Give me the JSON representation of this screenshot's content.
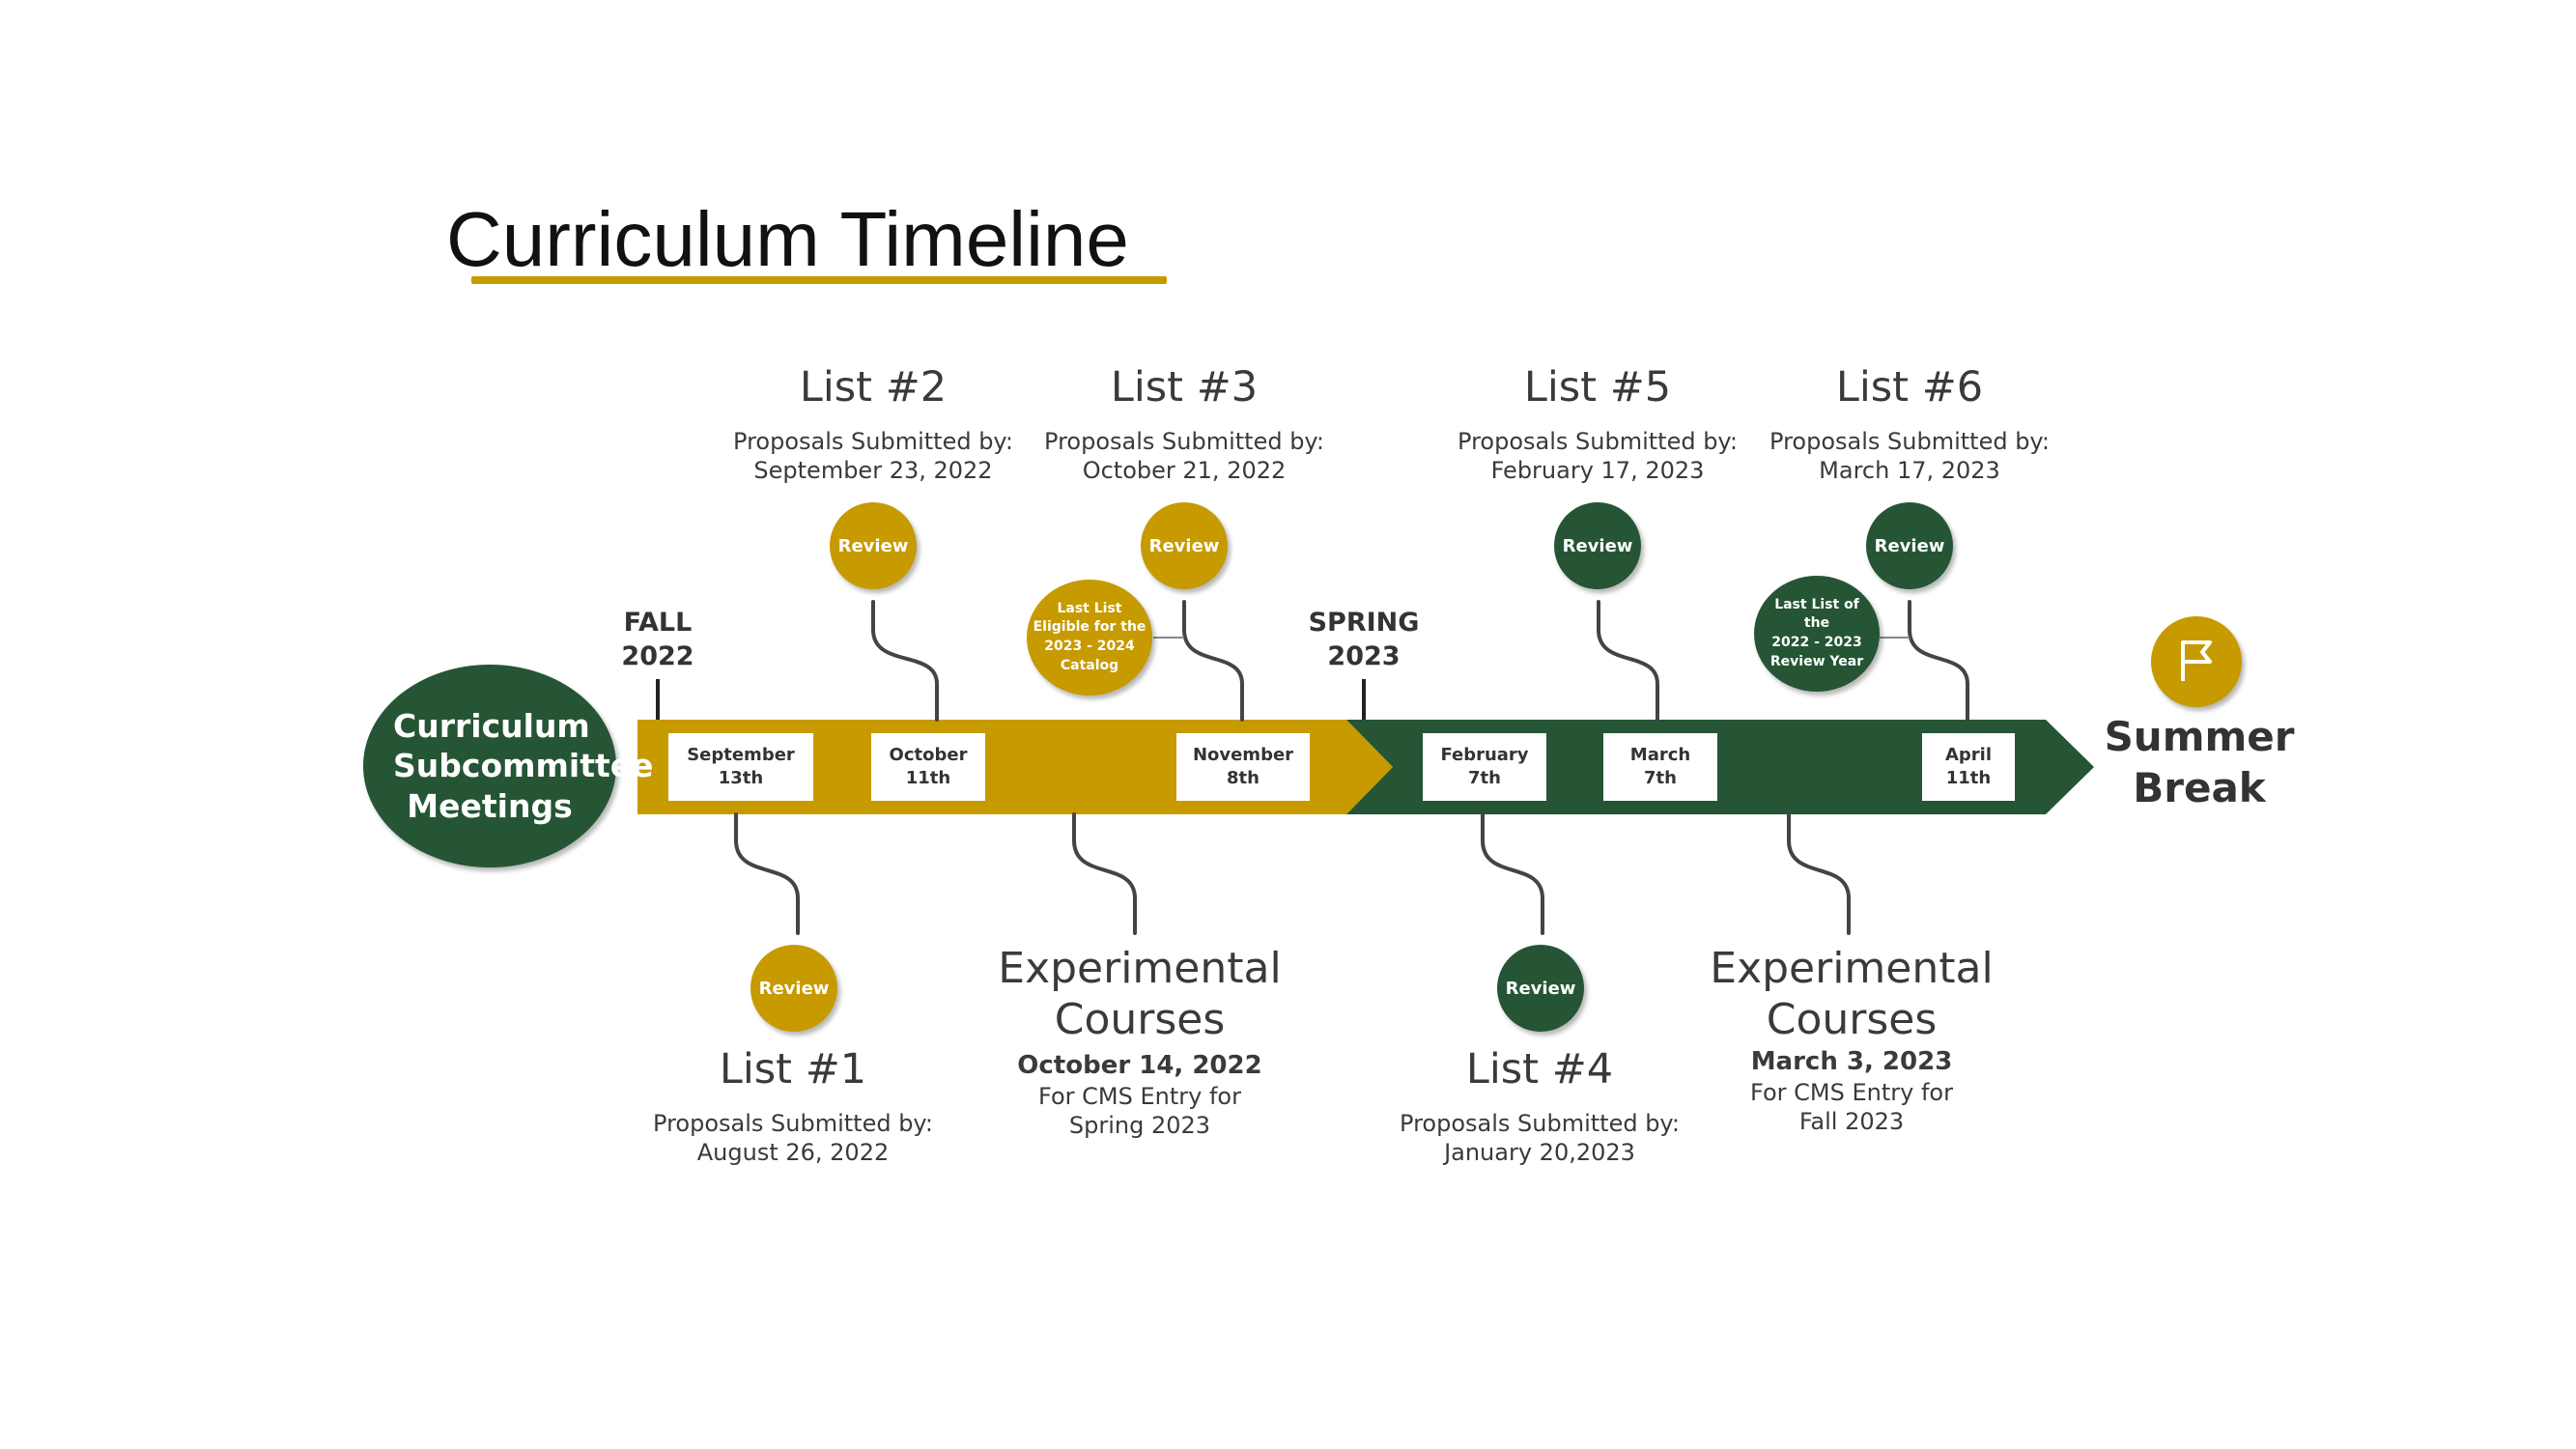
{
  "title": "Curriculum Timeline",
  "subcommittee_label": "Curriculum Subcommittee Meetings",
  "seasons": {
    "fall": "FALL\n2022",
    "spring": "SPRING\n2023"
  },
  "meeting_dates": [
    "September\n13th",
    "October\n11th",
    "November\n8th",
    "February\n7th",
    "March\n7th",
    "April\n11th"
  ],
  "lists": [
    {
      "title": "List #1",
      "sub": "Proposals Submitted by:\nAugust 26, 2022"
    },
    {
      "title": "List #2",
      "sub": "Proposals Submitted by:\nSeptember 23, 2022"
    },
    {
      "title": "List #3",
      "sub": "Proposals Submitted by:\nOctober 21, 2022"
    },
    {
      "title": "List #4",
      "sub": "Proposals Submitted by:\nJanuary 20,2023"
    },
    {
      "title": "List #5",
      "sub": "Proposals Submitted by:\nFebruary 17, 2023"
    },
    {
      "title": "List #6",
      "sub": "Proposals Submitted by:\nMarch 17, 2023"
    }
  ],
  "review_label": "Review",
  "notes": {
    "last_list_catalog": "Last List\nEligible for the\n2023 - 2024\nCatalog",
    "last_list_review_year": "Last List of the\n2022 - 2023\nReview Year"
  },
  "experimental": [
    {
      "title": "Experimental\nCourses",
      "date": "October 14, 2022",
      "sub": "For CMS Entry for\nSpring 2023"
    },
    {
      "title": "Experimental\nCourses",
      "date": "March 3, 2023",
      "sub": "For CMS Entry for\nFall 2023"
    }
  ],
  "summer_break": "Summer\nBreak",
  "colors": {
    "gold": "#c79a00",
    "green": "#255535",
    "connector": "#444444"
  },
  "icons": {
    "flag": "flag-icon"
  }
}
